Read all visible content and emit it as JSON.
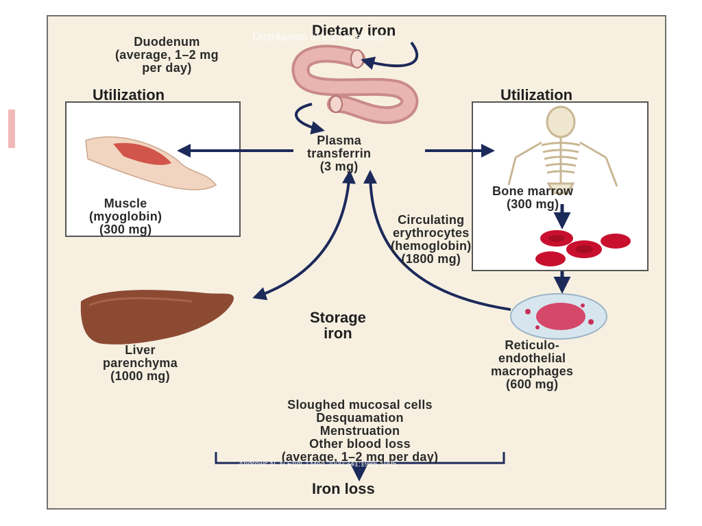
{
  "overlay_title": "Distribution of iron in adults",
  "credit": "Andrews N. N Engl J Med 2000;341:1986-1995",
  "dietary_iron": "Dietary iron",
  "duodenum": [
    "Duodenum",
    "(average, 1–2 mg",
    "per day)"
  ],
  "utilization_left": "Utilization",
  "utilization_right": "Utilization",
  "plasma": [
    "Plasma",
    "transferrin",
    "(3 mg)"
  ],
  "muscle": [
    "Muscle",
    "(myoglobin)",
    "(300 mg)"
  ],
  "bone_marrow": [
    "Bone marrow",
    "(300 mg)"
  ],
  "erythrocytes": [
    "Circulating",
    "erythrocytes",
    "(hemoglobin)",
    "(1800 mg)"
  ],
  "storage_iron": [
    "Storage",
    "iron"
  ],
  "liver": [
    "Liver",
    "parenchyma",
    "(1000 mg)"
  ],
  "macrophages": [
    "Reticulo-",
    "endothelial",
    "macrophages",
    "(600 mg)"
  ],
  "loss_items": [
    "Sloughed mucosal cells",
    "Desquamation",
    "Menstruation",
    "Other blood loss",
    "(average, 1–2 mg per day)"
  ],
  "iron_loss": "Iron loss"
}
